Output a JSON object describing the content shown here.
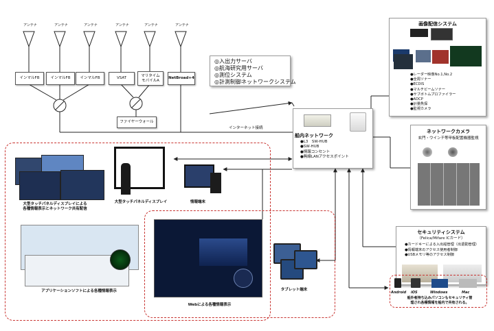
{
  "antennas": [
    {
      "label": "アンテナ"
    },
    {
      "label": "アンテナ"
    },
    {
      "label": "アンテナ"
    },
    {
      "label": "アンテナ"
    },
    {
      "label": "アンテナ"
    },
    {
      "label": "アンテナ"
    }
  ],
  "devices": {
    "inmarsat_fb_1": "インマルFB",
    "inmarsat_fb_2": "インマルFB",
    "inmarsat_fb_3": "インマルFB",
    "vsat": "VSAT",
    "maritime_mobile": "マリタイム\nモバイルA",
    "netbroadcast": "NetBroad+4",
    "firewall": "ファイヤーウォール"
  },
  "internet_label": "インターネット接続",
  "servers": {
    "items": [
      "◎入出力サーバ",
      "◎航海研究用サーバ",
      "◎測位システム",
      "◎計測制御ネットワークシステム"
    ]
  },
  "ship_network": {
    "title": "船内ネットワーク",
    "items": [
      "●L3　SW-HUB",
      "●SW-HUB",
      "●情報コンセント",
      "●無線LANアクセスポイント"
    ]
  },
  "image_system": {
    "title": "画像配信システム",
    "items": [
      "●レーダー映像No.1,No.2",
      "●全周ソナー",
      "●ECDIS",
      "●マルチビームソナー",
      "●サブボトムプロファイラー",
      "●ADCP",
      "●計量魚探",
      "●監視カメラ"
    ]
  },
  "network_camera": {
    "title": "ネットワークカメラ",
    "subtitle": "玄門・ウインチ等甲板配置機器監視"
  },
  "security": {
    "title": "セキュリティシステム",
    "subtitle": "（Felica/Mifare ICカード）",
    "items": [
      "●カードキーによる入出船管理（出退勤管理）",
      "●情報端末のアクセス使用者制御",
      "●USBメモリ等のアクセス制御"
    ]
  },
  "captions": {
    "large_touch_panels": "大型タッチパネルディスプレイによる\n各種情報表示とネットワーク共有配信",
    "large_touch_display": "大型タッチパネルディスプレイ",
    "info_terminal": "情報端末",
    "app_software": "アプリケーションソフトによる各種情報表示",
    "web_display": "Webによる各種情報表示",
    "tablet": "タブレット端末"
  },
  "os": {
    "labels": [
      "Android",
      "iOS",
      "Windows",
      "Mac"
    ],
    "caption": "船外者持ち込みパソコンもセキュリティ管\n理され各種情報を船内で共有される。"
  },
  "colors": {
    "dash_red": "#c8322f",
    "line": "#222222"
  }
}
